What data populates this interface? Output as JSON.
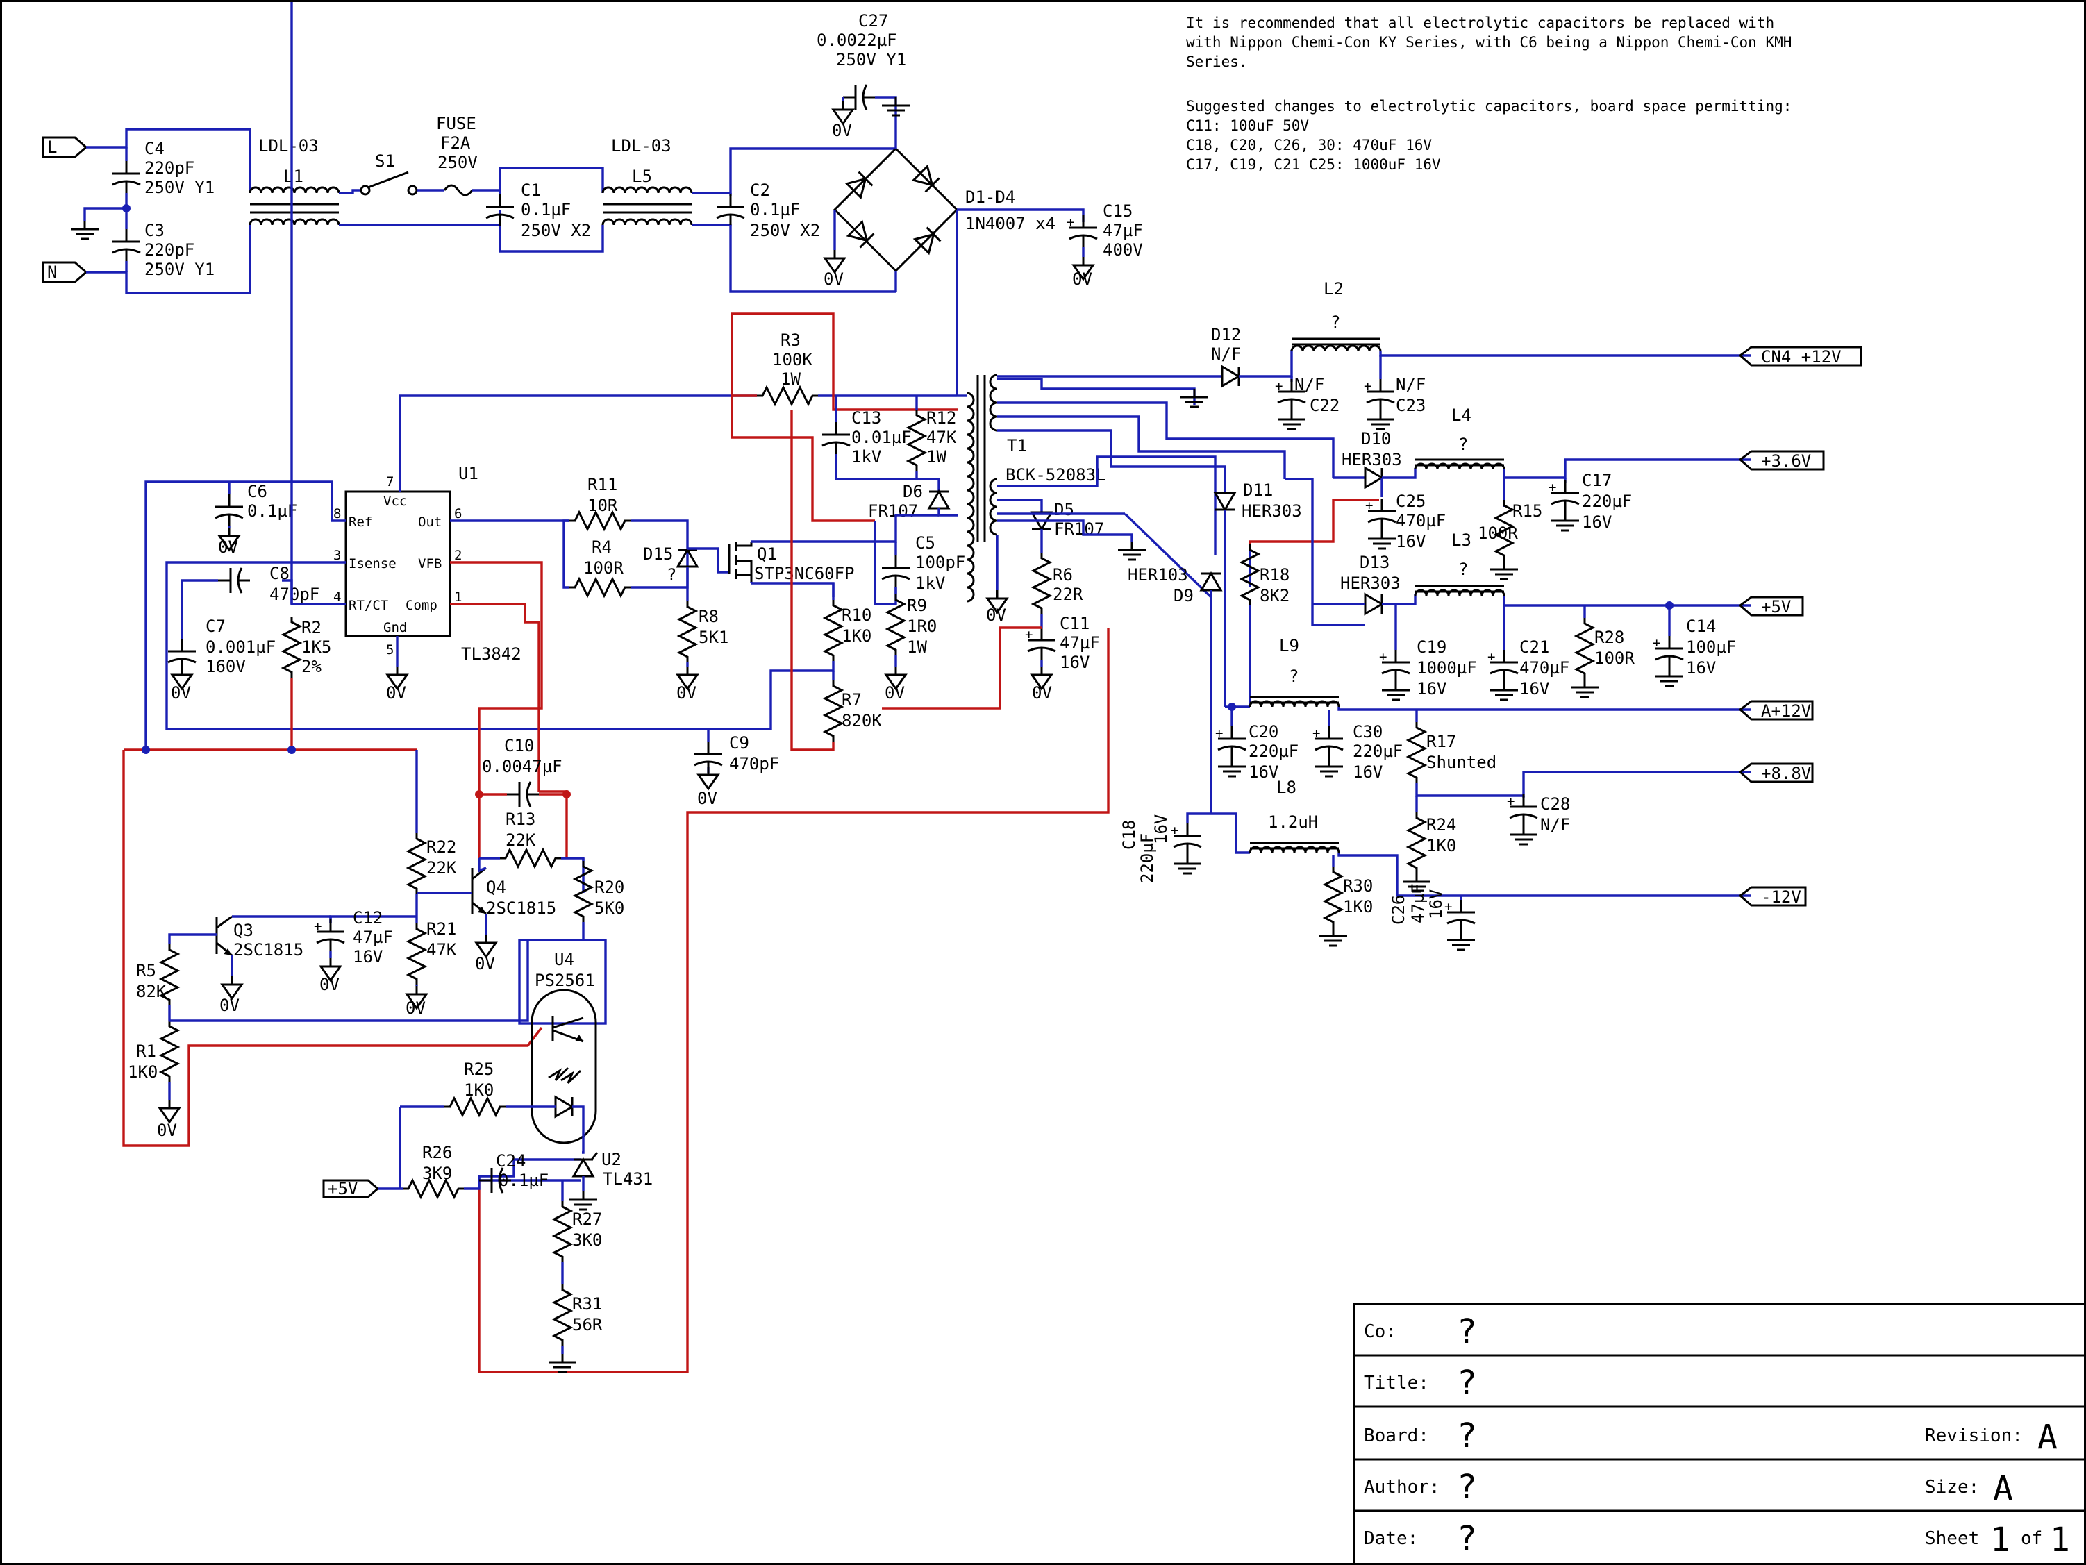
{
  "notes": [
    "It is recommended that all electrolytic capacitors be replaced with",
    "with Nippon Chemi-Con KY Series, with C6 being a Nippon Chemi-Con KMH",
    "Series.",
    "",
    "Suggested changes to electrolytic capacitors, board space permitting:",
    "C11: 100uF 50V",
    "C18, C20, C26, 30: 470uF 16V",
    "C17, C19, C21 C25: 1000uF 16V"
  ],
  "ports": {
    "L": "L",
    "N": "N",
    "p12cn4": "CN4_+12V",
    "p36": "+3.6V",
    "p5": "+5V",
    "pa12": "A+12V",
    "p88": "+8.8V",
    "m12": "-12V",
    "p5in": "+5V"
  },
  "ground_label": "0V",
  "comp": {
    "C4": [
      "C4",
      "220pF",
      "250V Y1"
    ],
    "C3": [
      "C3",
      "220pF",
      "250V Y1"
    ],
    "L1": [
      "LDL-03",
      "L1"
    ],
    "S1": [
      "S1"
    ],
    "FUSE": [
      "FUSE",
      "F2A",
      "250V"
    ],
    "C1": [
      "C1",
      "0.1µF",
      "250V X2"
    ],
    "L5": [
      "LDL-03",
      "L5"
    ],
    "C2": [
      "C2",
      "0.1µF",
      "250V X2"
    ],
    "C27": [
      "C27",
      "0.0022µF",
      "250V Y1"
    ],
    "D1": [
      "D1-D4",
      "1N4007 x4"
    ],
    "C15": [
      "C15",
      "47µF",
      "400V"
    ],
    "R3": [
      "R3",
      "100K",
      "1W"
    ],
    "C13": [
      "C13",
      "0.01µF",
      "1kV"
    ],
    "R12": [
      "R12",
      "47K",
      "1W"
    ],
    "D6": [
      "D6",
      "FR107"
    ],
    "T1": [
      "T1",
      "BCK-52083L"
    ],
    "D5": [
      "D5",
      "FR107"
    ],
    "R6": [
      "R6",
      "22R"
    ],
    "C11": [
      "C11",
      "47µF",
      "16V"
    ],
    "U1": [
      "U1",
      "TL3842"
    ],
    "U1pins": [
      "Vcc",
      "Ref",
      "Out",
      "Isense",
      "VFB",
      "RT/CT",
      "Comp",
      "Gnd"
    ],
    "U1nums": [
      "7",
      "8",
      "6",
      "3",
      "2",
      "4",
      "1",
      "5"
    ],
    "C6": [
      "C6",
      "0.1µF"
    ],
    "C8": [
      "C8",
      "470pF"
    ],
    "C7": [
      "C7",
      "0.001µF",
      "160V"
    ],
    "R2": [
      "R2",
      "1K5",
      "2%"
    ],
    "R11": [
      "R11",
      "10R"
    ],
    "R4": [
      "R4",
      "100R"
    ],
    "D15": [
      "D15",
      "?"
    ],
    "R8": [
      "R8",
      "5K1"
    ],
    "Q1": [
      "Q1",
      "STP3NC60FP"
    ],
    "C5": [
      "C5",
      "100pF",
      "1kV"
    ],
    "R10": [
      "R10",
      "1K0"
    ],
    "R9": [
      "R9",
      "1R0",
      "1W"
    ],
    "R7": [
      "R7",
      "820K"
    ],
    "C9": [
      "C9",
      "470pF"
    ],
    "C10": [
      "C10",
      "0.0047µF"
    ],
    "R13": [
      "R13",
      "22K"
    ],
    "R22": [
      "R22",
      "22K"
    ],
    "Q4": [
      "Q4",
      "2SC1815"
    ],
    "R20": [
      "R20",
      "5K0"
    ],
    "Q3": [
      "Q3",
      "2SC1815"
    ],
    "C12": [
      "C12",
      "47µF",
      "16V"
    ],
    "R21": [
      "R21",
      "47K"
    ],
    "R5": [
      "R5",
      "82K"
    ],
    "R1": [
      "R1",
      "1K0"
    ],
    "U4": [
      "U4",
      "PS2561"
    ],
    "R25": [
      "R25",
      "1K0"
    ],
    "R26": [
      "R26",
      "3K9"
    ],
    "C24": [
      "C24",
      "0.1µF"
    ],
    "U2": [
      "U2",
      "TL431"
    ],
    "R27": [
      "R27",
      "3K0"
    ],
    "R31": [
      "R31",
      "56R"
    ],
    "D12": [
      "D12",
      "N/F"
    ],
    "L2": [
      "L2",
      "?"
    ],
    "C22": [
      "N/F",
      "C22"
    ],
    "C23": [
      "N/F",
      "C23"
    ],
    "D10": [
      "D10",
      "HER303"
    ],
    "L4": [
      "L4",
      "?"
    ],
    "C17": [
      "C17",
      "220µF",
      "16V"
    ],
    "R15": [
      "R15",
      "100R"
    ],
    "C25": [
      "C25",
      "470µF",
      "16V"
    ],
    "D11": [
      "D11",
      "HER303"
    ],
    "L3": [
      "L3",
      "?"
    ],
    "D13": [
      "D13",
      "HER303"
    ],
    "C19": [
      "C19",
      "1000µF",
      "16V"
    ],
    "C21": [
      "C21",
      "470µF",
      "16V"
    ],
    "R28": [
      "R28",
      "100R"
    ],
    "C14": [
      "C14",
      "100µF",
      "16V"
    ],
    "R18": [
      "R18",
      "8K2"
    ],
    "D9": [
      "HER103",
      "D9"
    ],
    "L9": [
      "L9",
      "?"
    ],
    "C20": [
      "C20",
      "220µF",
      "16V"
    ],
    "C30": [
      "C30",
      "220µF",
      "16V"
    ],
    "R17": [
      "R17",
      "Shunted"
    ],
    "L8": [
      "L8",
      "1.2uH"
    ],
    "C28": [
      "C28",
      "N/F"
    ],
    "R24": [
      "R24",
      "1K0"
    ],
    "C18": [
      "C18",
      "220µF",
      "16V"
    ],
    "R30": [
      "R30",
      "1K0"
    ],
    "C26": [
      "C26",
      "47µF",
      "16V"
    ]
  },
  "title_block": {
    "co_label": "Co:",
    "co_value": "?",
    "title_label": "Title:",
    "title_value": "?",
    "board_label": "Board:",
    "board_value": "?",
    "revision_label": "Revision:",
    "revision_value": "A",
    "author_label": "Author:",
    "author_value": "?",
    "size_label": "Size:",
    "size_value": "A",
    "date_label": "Date:",
    "date_value": "?",
    "sheet_label": "Sheet",
    "sheet_value": "1",
    "of_label": "of",
    "sheet_total": "1"
  }
}
